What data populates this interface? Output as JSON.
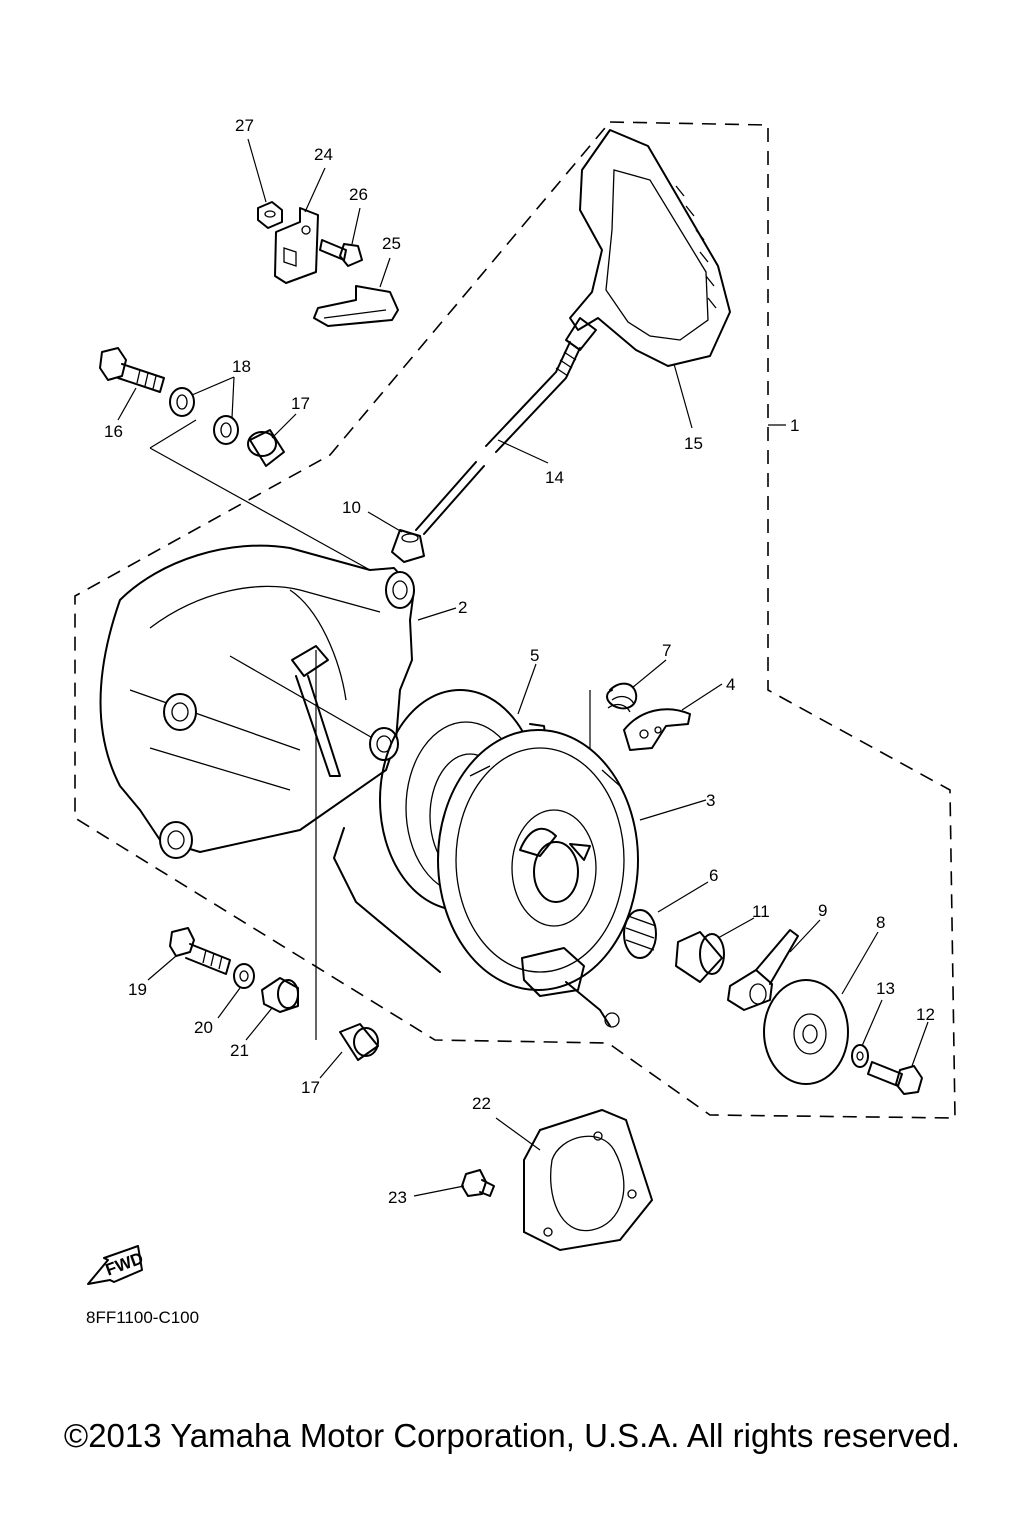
{
  "diagram": {
    "callouts": [
      "1",
      "2",
      "3",
      "4",
      "5",
      "6",
      "7",
      "8",
      "9",
      "10",
      "11",
      "12",
      "13",
      "14",
      "15",
      "16",
      "17",
      "17",
      "18",
      "19",
      "20",
      "21",
      "22",
      "23",
      "24",
      "25",
      "26",
      "27"
    ],
    "fwd_label": "FWD",
    "drawing_code": "8FF1100-C100",
    "copyright": "©2013 Yamaha Motor Corporation, U.S.A. All rights reserved."
  }
}
